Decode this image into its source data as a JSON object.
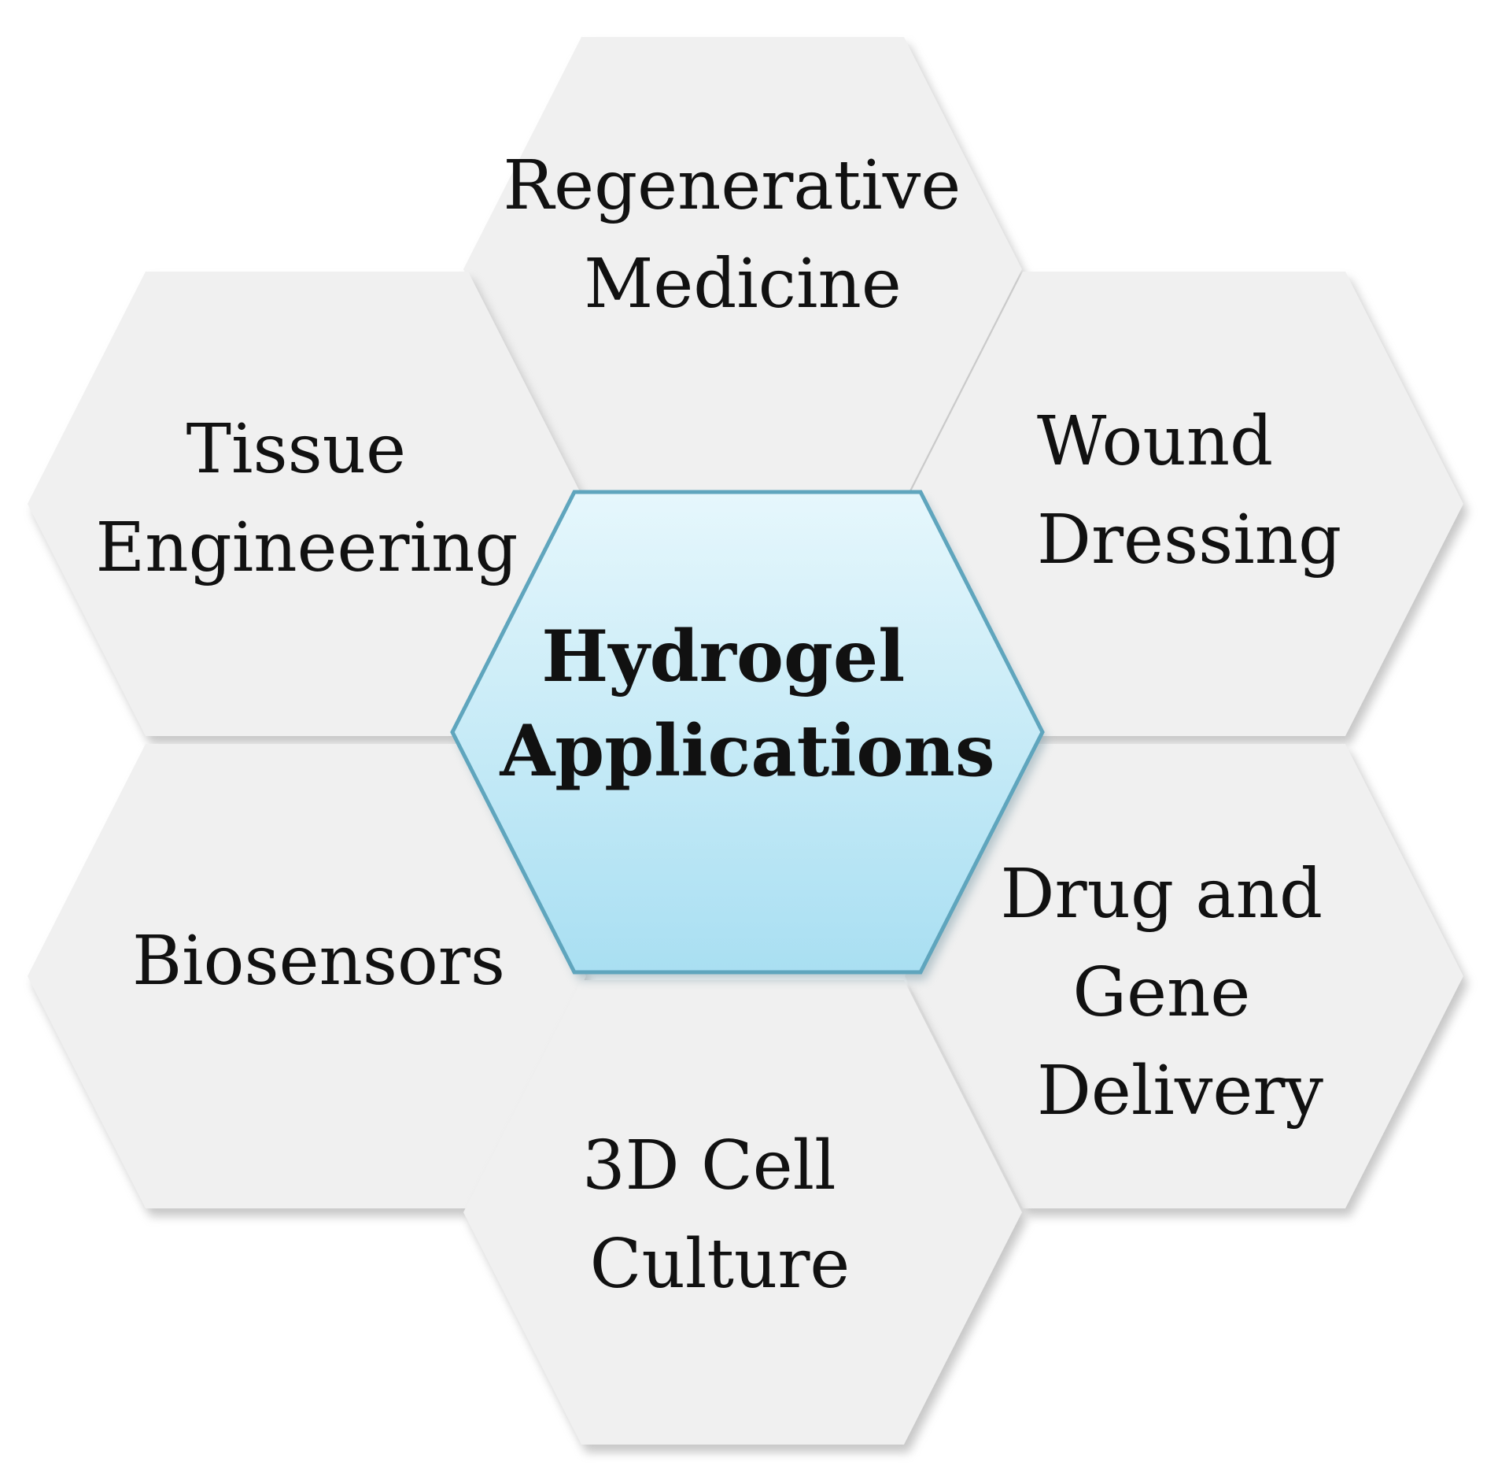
{
  "center": {
    "line1": "Hydrogel",
    "line2": "Applications",
    "fill_top": "#e6f7fc",
    "fill_bottom": "#a9dff2",
    "stroke": "#5fa5bd"
  },
  "hexes": {
    "regenerative": {
      "lines": [
        "Regenerative",
        "Medicine"
      ]
    },
    "tissue": {
      "lines": [
        "Tissue",
        "Engineering"
      ]
    },
    "wound": {
      "lines": [
        "Wound",
        "Dressing"
      ]
    },
    "biosensors": {
      "lines": [
        "Biosensors"
      ]
    },
    "drug": {
      "lines": [
        "Drug and",
        "Gene",
        "Delivery"
      ]
    },
    "culture": {
      "lines": [
        "3D Cell",
        "Culture"
      ]
    }
  },
  "colors": {
    "hex_fill": "#f0f0f0",
    "shadow": "#9a9a9a",
    "text": "#111111"
  }
}
